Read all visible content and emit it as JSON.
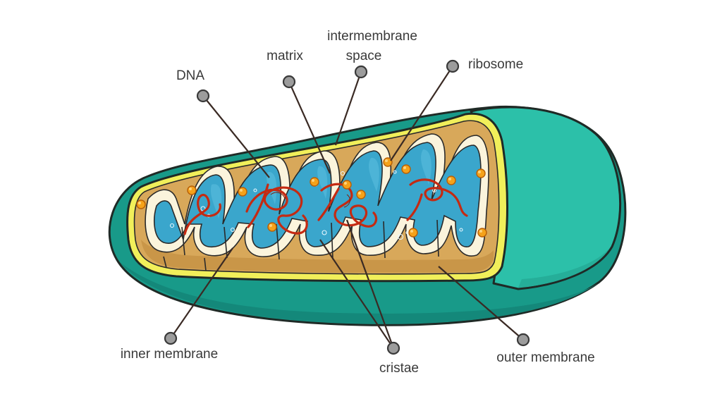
{
  "labels": {
    "intermembrane_space_line1": "intermembrane",
    "intermembrane_space_line2": "space",
    "matrix": "matrix",
    "dna": "DNA",
    "ribosome": "ribosome",
    "inner_membrane": "inner membrane",
    "cristae": "cristae",
    "outer_membrane": "outer membrane"
  },
  "colors": {
    "outer_membrane": "#1ea896",
    "outer_membrane_light": "#2cc4ad",
    "inner_membrane_edge": "#f1ef5a",
    "intermembrane": "#d8a85a",
    "matrix": "#3aa6cc",
    "cristae_fold": "#fbf4dc",
    "dna": "#c42a12",
    "ribosome": "#f5a21a",
    "pointer_dot": "#9c9c9c"
  }
}
